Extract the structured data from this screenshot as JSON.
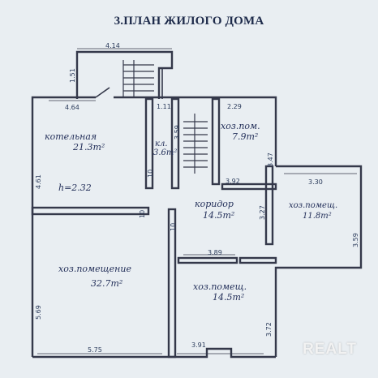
{
  "title": "3.ПЛАН ЖИЛОГО ДОМА",
  "rooms": [
    {
      "name": "котельная",
      "area": "21.3m²"
    },
    {
      "name": "кл.",
      "area": "3.6m²"
    },
    {
      "name": "хоз.пом.",
      "area": "7.9m²"
    },
    {
      "name": "коридор",
      "area": "14.5m²"
    },
    {
      "name": "хоз.помещ.",
      "area": "11.8m²"
    },
    {
      "name": "хоз.помещение",
      "area": "32.7m²"
    },
    {
      "name": "хоз.помещ.",
      "area": "14.5m²"
    }
  ],
  "height_note": "h=2.32",
  "dimensions": [
    "4.14",
    "1.51",
    "4.64",
    "1.11",
    "2.29",
    "3.59",
    "3.92",
    "3.47",
    "3.30",
    "3.27",
    "3.59",
    "4.61",
    "3.89",
    "5.69",
    "5.75",
    "3.91",
    "3.72",
    "10",
    "10",
    "10"
  ],
  "watermark": "REALT",
  "colors": {
    "line": "#34384a",
    "background": "#e9eef2",
    "text": "#24305a"
  }
}
